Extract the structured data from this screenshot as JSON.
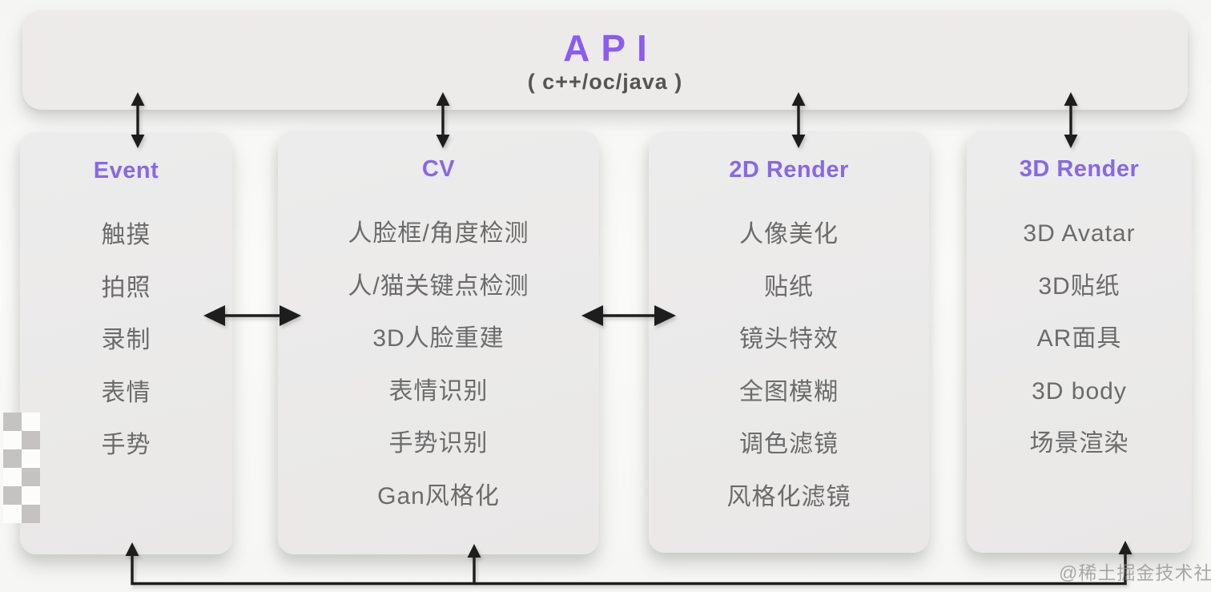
{
  "api_bar": {
    "title": "API",
    "subtitle": "( c++/oc/java )"
  },
  "columns": [
    {
      "id": "event",
      "title": "Event",
      "items": [
        "触摸",
        "拍照",
        "录制",
        "表情",
        "手势"
      ]
    },
    {
      "id": "cv",
      "title": "CV",
      "items": [
        "人脸框/角度检测",
        "人/猫关键点检测",
        "3D人脸重建",
        "表情识别",
        "手势识别",
        "Gan风格化"
      ]
    },
    {
      "id": "2d-render",
      "title": "2D Render",
      "items": [
        "人像美化",
        "贴纸",
        "镜头特效",
        "全图模糊",
        "调色滤镜",
        "风格化滤镜"
      ]
    },
    {
      "id": "3d-render",
      "title": "3D Render",
      "items": [
        "3D Avatar",
        "3D贴纸",
        "AR面具",
        "3D body",
        "场景渲染"
      ]
    }
  ],
  "connections": {
    "api_to_columns": [
      "Event",
      "CV",
      "2D Render",
      "3D Render"
    ],
    "bidirectional_between": [
      [
        "Event",
        "CV"
      ],
      [
        "CV",
        "2D Render"
      ]
    ],
    "bottom_feedback_to": [
      "Event",
      "CV",
      "3D Render"
    ]
  },
  "watermark": "@稀土掘金技术社区",
  "colors": {
    "api_title_purple": "#8a5cf2",
    "column_title_purple": "#8768e6",
    "item_text_gray": "#6b6b6b",
    "arrow_black": "#1d1d1d",
    "box_gray": "#eae9e8",
    "background": "#f7f7f6",
    "watermark_gray": "#918f8c"
  }
}
